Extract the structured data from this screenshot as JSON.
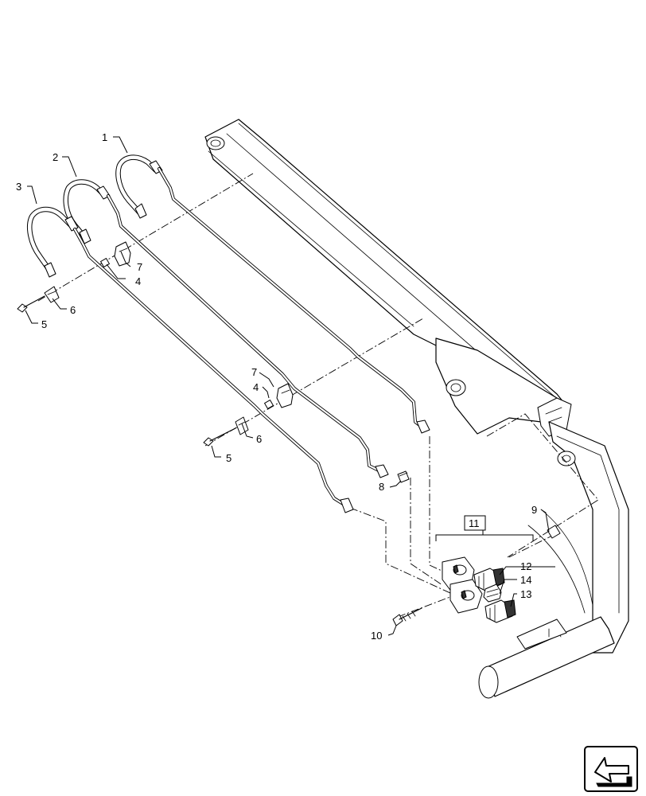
{
  "callouts": {
    "c1": "1",
    "c2": "2",
    "c3": "3",
    "c4a": "4",
    "c4b": "4",
    "c5a": "5",
    "c5b": "5",
    "c6a": "6",
    "c6b": "6",
    "c7a": "7",
    "c7b": "7",
    "c8": "8",
    "c9": "9",
    "c10": "10",
    "c11": "11",
    "c12": "12",
    "c13": "13",
    "c14": "14"
  },
  "icons": {
    "navigation": "return-arrow-icon"
  }
}
